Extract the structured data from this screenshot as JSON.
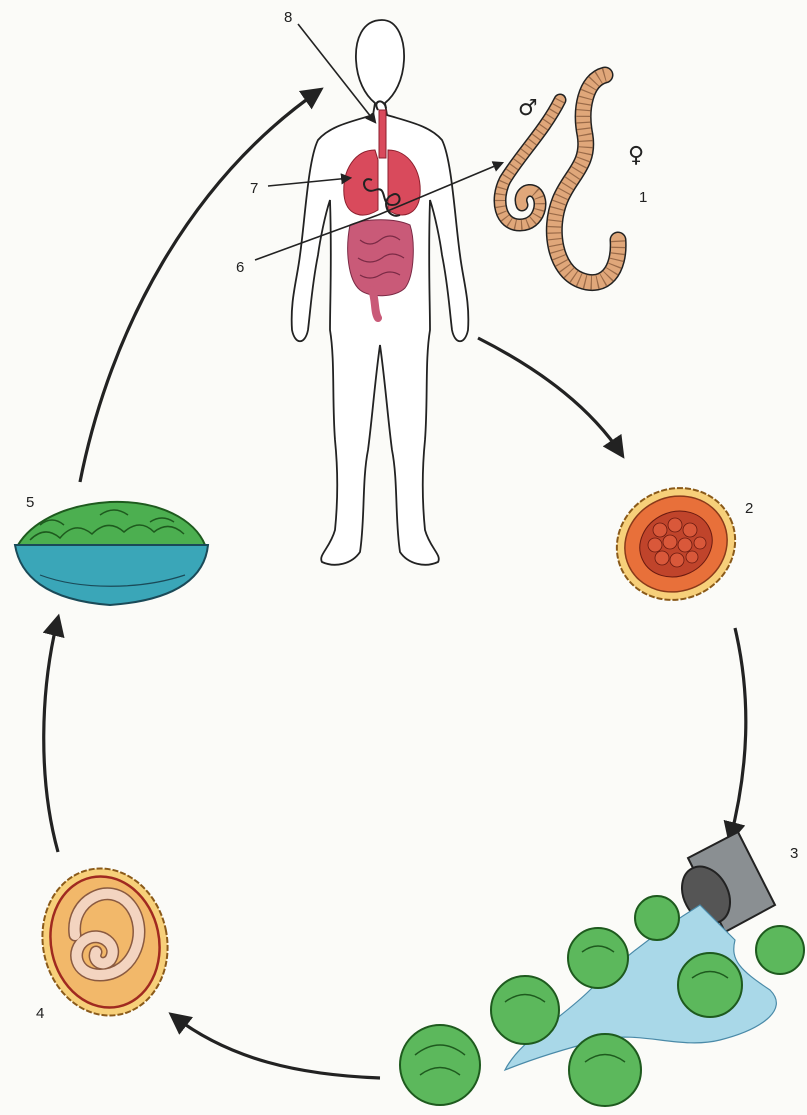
{
  "labels": {
    "l1": "1",
    "l2": "2",
    "l3": "3",
    "l4": "4",
    "l5": "5",
    "l6": "6",
    "l7": "7",
    "l8": "8"
  },
  "symbols": {
    "male": "♂",
    "female": "♀"
  },
  "colors": {
    "outline": "#222222",
    "lungs": "#d94a5c",
    "intestine": "#c95a78",
    "worm": "#e0a77a",
    "egg_shell": "#e8a035",
    "egg_inner": "#e8703a",
    "egg_cells": "#c0442b",
    "larva_egg": "#f2b86a",
    "larva": "#f3d4c0",
    "salad": "#4caf50",
    "bowl": "#3aa6b8",
    "water": "#a9d8e8",
    "lettuce": "#5cb85c",
    "can": "#8a8f92"
  },
  "icons": [
    "human-body-icon",
    "worms-icon",
    "egg-icon",
    "watering-can-icon",
    "lettuce-icon",
    "larva-egg-icon",
    "salad-bowl-icon"
  ]
}
